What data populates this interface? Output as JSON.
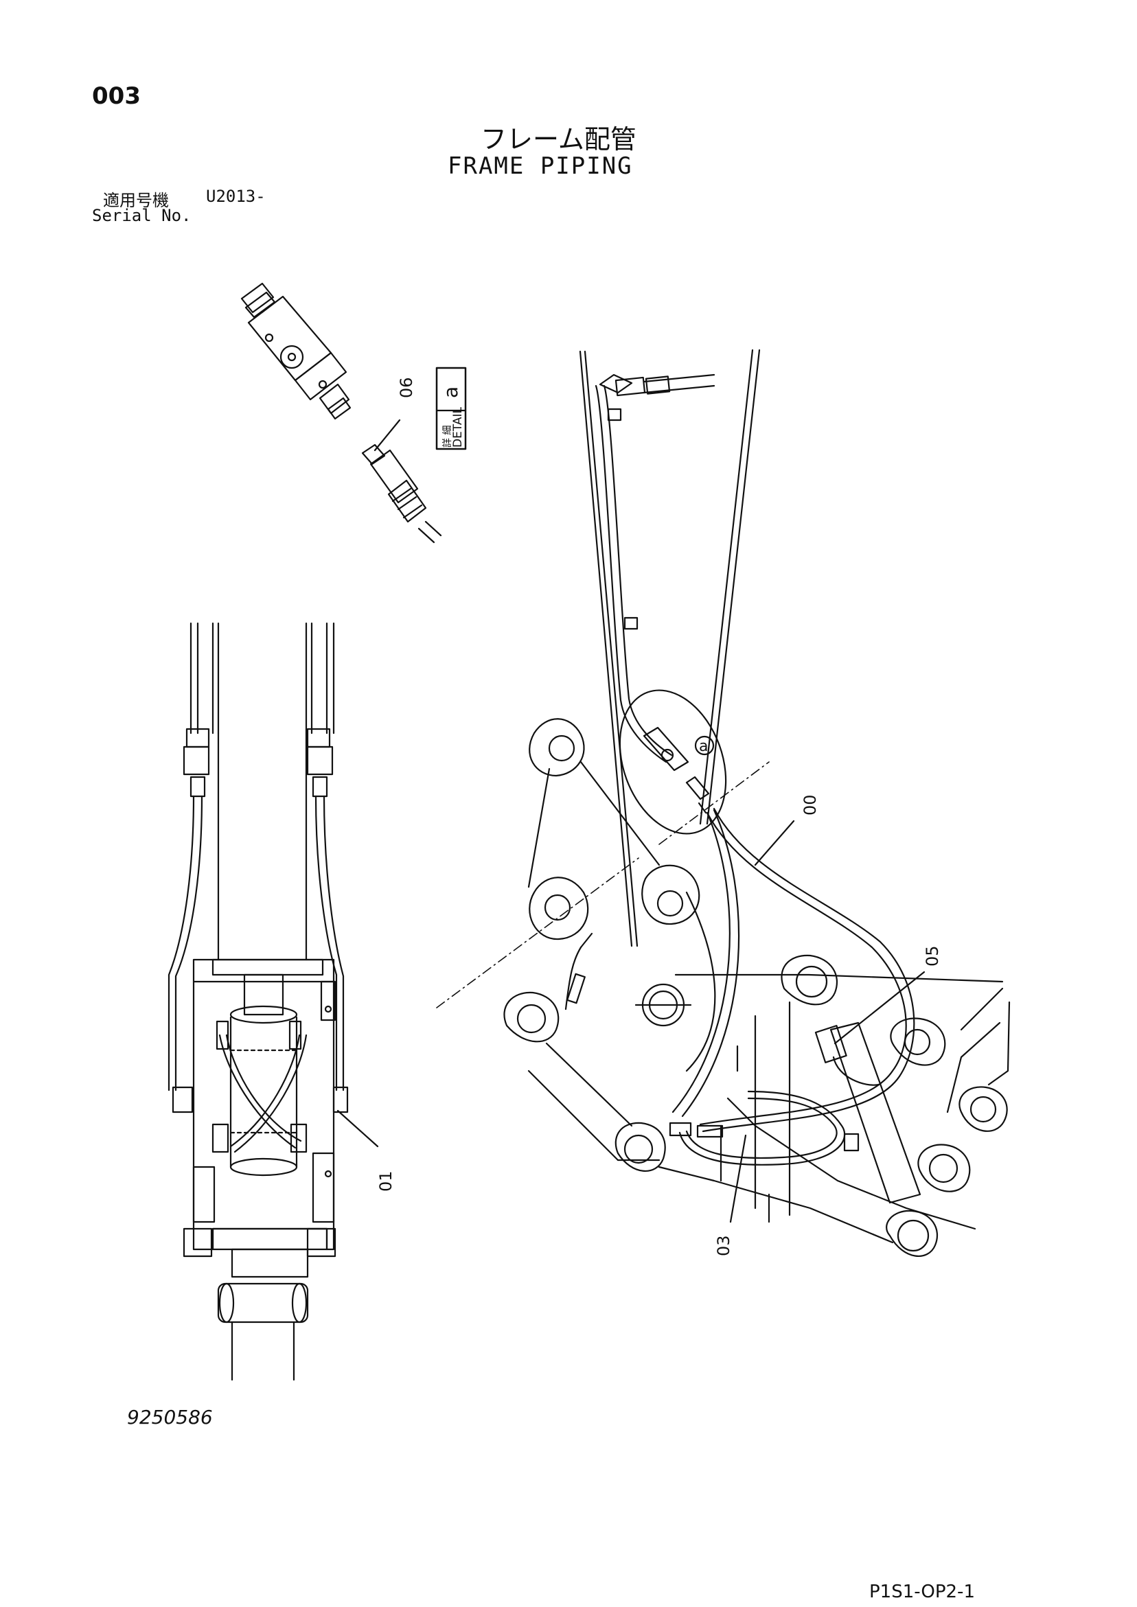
{
  "header": {
    "page_number": "003",
    "title_jp": "フレーム配管",
    "title_en": "FRAME PIPING",
    "serial_label_jp": "適用号機",
    "serial_value": "U2013-",
    "serial_label_en": "Serial No."
  },
  "detail_box": {
    "label_jp": "詳 細",
    "label_en": "DETAIL",
    "letter": "a"
  },
  "callouts": {
    "c00": "00",
    "c01": "01",
    "c03": "03",
    "c05": "05",
    "c06": "06",
    "circle_a": "a"
  },
  "footer": {
    "drawing_number": "9250586",
    "page_code": "P1S1-OP2-1"
  }
}
